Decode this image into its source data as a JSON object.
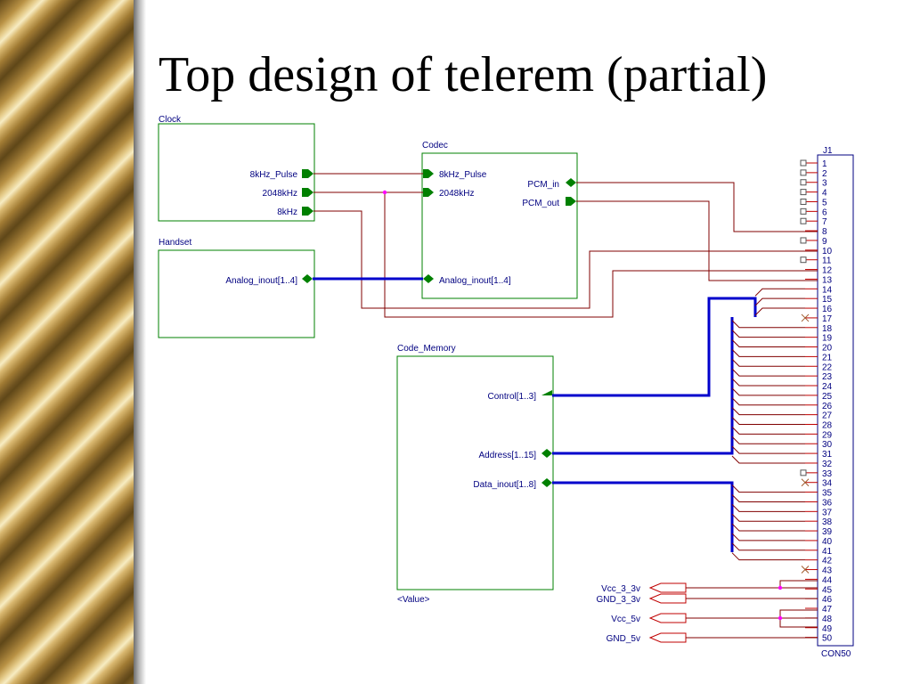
{
  "slide": {
    "title": "Top design of telerem (partial)"
  },
  "colors": {
    "block_outline": "#008000",
    "port_fill": "#008000",
    "wire": "#800000",
    "bus": "#0000cc",
    "connector_outline": "#000080",
    "connector_pin": "#c00000",
    "label_text": "#000080",
    "junction": "#ff00ff"
  },
  "blocks": {
    "clock": {
      "name": "Clock",
      "ports": [
        "8kHz_Pulse",
        "2048kHz",
        "8kHz"
      ]
    },
    "handset": {
      "name": "Handset",
      "ports": [
        "Analog_inout[1..4]"
      ]
    },
    "codec": {
      "name": "Codec",
      "ports_left": [
        "8kHz_Pulse",
        "2048kHz",
        "Analog_inout[1..4]"
      ],
      "ports_right": [
        "PCM_in",
        "PCM_out"
      ]
    },
    "code_memory": {
      "name": "Code_Memory",
      "ports": [
        "Control[1..3]",
        "Address[1..15]",
        "Data_inout[1..8]"
      ],
      "value": "<Value>"
    }
  },
  "connector": {
    "ref": "J1",
    "part": "CON50",
    "pins": [
      "1",
      "2",
      "3",
      "4",
      "5",
      "6",
      "7",
      "8",
      "9",
      "10",
      "11",
      "12",
      "13",
      "14",
      "15",
      "16",
      "17",
      "18",
      "19",
      "20",
      "21",
      "22",
      "23",
      "24",
      "25",
      "26",
      "27",
      "28",
      "29",
      "30",
      "31",
      "32",
      "33",
      "34",
      "35",
      "36",
      "37",
      "38",
      "39",
      "40",
      "41",
      "42",
      "43",
      "44",
      "45",
      "46",
      "47",
      "48",
      "49",
      "50"
    ]
  },
  "power": {
    "vcc_3_3v": "Vcc_3_3v",
    "gnd_3_3v": "GND_3_3v",
    "vcc_5v": "Vcc_5v",
    "gnd_5v": "GND_5v"
  },
  "icons": {
    "port": "green-arrow-port-icon",
    "bidir_port": "green-diamond-port-icon",
    "no_connect": "x-no-connect-icon",
    "power": "power-symbol-icon"
  }
}
